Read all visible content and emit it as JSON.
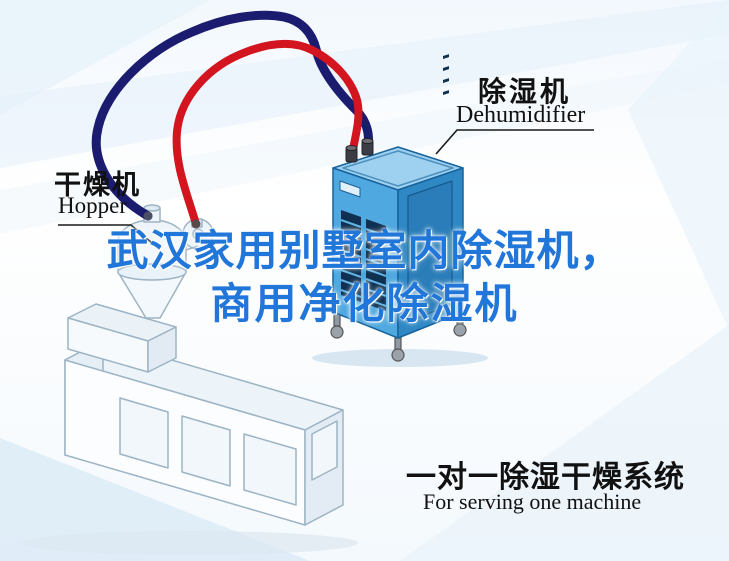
{
  "title": {
    "line1": "武汉家用别墅室内除湿机，",
    "line2": "商用净化除湿机"
  },
  "callouts": {
    "dehumidifier": {
      "zh": "除湿机",
      "en": "Dehumidifier"
    },
    "hopper": {
      "zh": "干燥机",
      "en": "Hopper"
    }
  },
  "caption": {
    "zh": "一对一除湿干燥系统",
    "en": "For serving one machine"
  },
  "colors": {
    "title_blue": "#2176d9",
    "label_black": "#111111",
    "pipe_red": "#d2151e",
    "pipe_navy": "#1b1b6f",
    "deh_front": "#4fa8df",
    "deh_side": "#2f88c4",
    "deh_top": "#9ed1f0",
    "deh_slot": "#0f3050",
    "lineart": "#9db4c4"
  }
}
